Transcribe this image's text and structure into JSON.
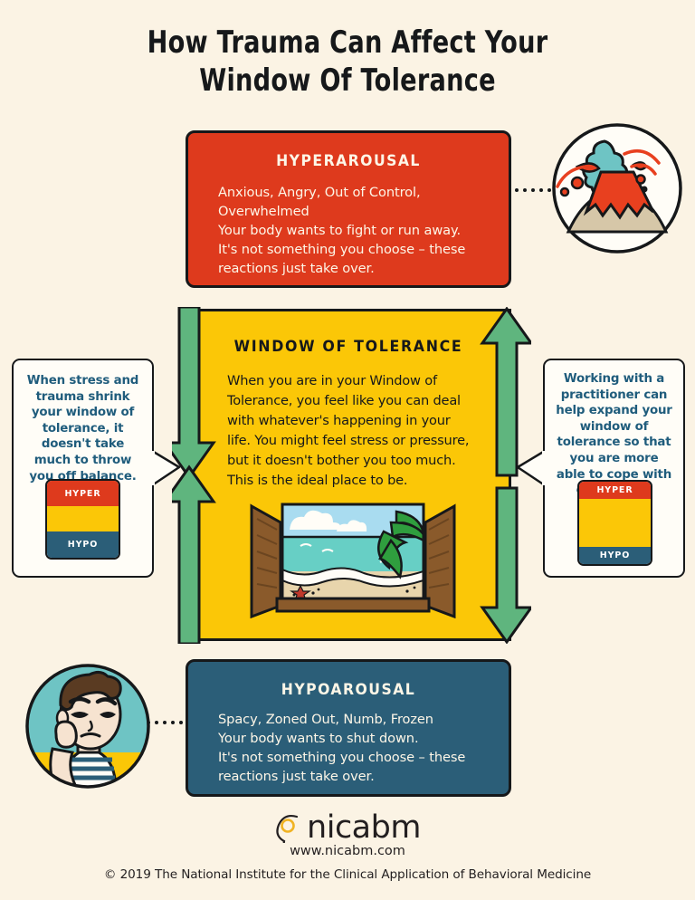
{
  "title": {
    "line1": "How Trauma Can Affect Your",
    "line2": "Window Of Tolerance"
  },
  "hyperarousal": {
    "heading": "HYPERAROUSAL",
    "body": "Anxious, Angry, Out of Control,\nOverwhelmed\nYour body wants to fight or run away.\nIt's not something you choose – these\nreactions just take over."
  },
  "window_of_tolerance": {
    "heading": "WINDOW OF TOLERANCE",
    "body": "When you are in your Window of\nTolerance, you feel like you can deal\nwith whatever's happening in your\nlife.  You might feel stress or pressure,\nbut it doesn't bother you too much.\nThis is the ideal place to be."
  },
  "hypoarousal": {
    "heading": "HYPOAROUSAL",
    "body": "Spacy, Zoned Out, Numb, Frozen\nYour body wants to shut down.\nIt's not something you choose – these\nreactions just take over."
  },
  "callout_left": {
    "text": "When stress and trauma shrink your window of tolerance, it doesn't take much to throw you off balance.",
    "mini": {
      "hyper_label": "HYPER",
      "hypo_label": "HYPO"
    }
  },
  "callout_right": {
    "text": "Working with a practitioner can help expand your window of tolerance so that you are more able to cope with challenges.",
    "mini": {
      "hyper_label": "HYPER",
      "hypo_label": "HYPO"
    }
  },
  "icons": {
    "volcano": "volcano-icon",
    "sad_person": "sad-person-icon",
    "open_window_beach": "open-window-beach-icon",
    "logo_head": "nicabm-head-logo-icon"
  },
  "footer": {
    "logo_text": "nicabm",
    "website": "www.nicabm.com",
    "copyright": "© 2019 The National Institute for the Clinical Application of Behavioral Medicine"
  },
  "colors": {
    "background": "#FBF3E4",
    "red": "#DE3A1D",
    "yellow": "#FBC707",
    "teal": "#2B5E78",
    "green": "#5FB57E",
    "ink": "#16181A",
    "callout_text": "#1F5C7C"
  }
}
